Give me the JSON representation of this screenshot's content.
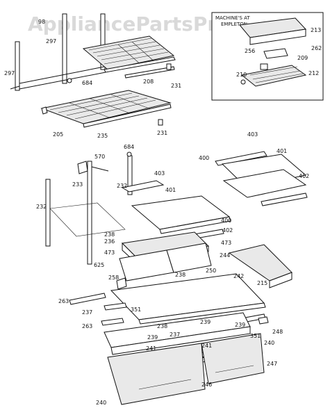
{
  "watermark": "AppliancePartsPros.com",
  "inset": {
    "title_line1": "MACHINE'S AT",
    "title_line2": "EMPLETON"
  },
  "labels": {
    "l98": "98",
    "l297a": "297",
    "l297b": "297",
    "l684a": "684",
    "l208": "208",
    "l231a": "231",
    "l205": "205",
    "l235": "235",
    "l231b": "231",
    "l213": "213",
    "l256": "256",
    "l262": "262",
    "l209": "209",
    "l210": "210",
    "l212": "212",
    "l684b": "684",
    "l570": "570",
    "l233": "233",
    "l232a": "232",
    "l232b": "232",
    "l403a": "403",
    "l401a": "401",
    "l403b": "403",
    "l401b": "401",
    "l400a": "400",
    "l402a": "402",
    "l400b": "400",
    "l402b": "402",
    "l238a": "238",
    "l473a": "473",
    "l473b": "473",
    "l625": "625",
    "l244": "244",
    "l250": "250",
    "l238b": "238",
    "l215": "215",
    "l258": "258",
    "l242": "242",
    "l263a": "263",
    "l237a": "237",
    "l263b": "263",
    "l351a": "351",
    "l238c": "238",
    "l239a": "239",
    "l239b": "239",
    "l237b": "237",
    "l239c": "239",
    "l351b": "351",
    "l241a": "241",
    "l241b": "241",
    "l248": "248",
    "l240a": "240",
    "l247": "247",
    "l246": "246",
    "l240b": "240",
    "l236": "236"
  }
}
